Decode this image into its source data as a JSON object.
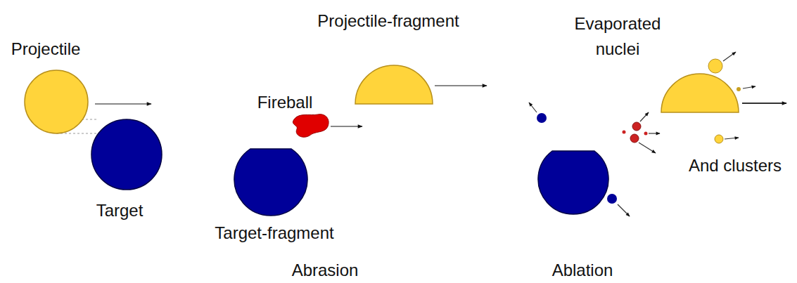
{
  "diagram": {
    "labels": [
      "Projectile",
      "Target",
      "Projectile-fragment",
      "Fireball",
      "Target-fragment",
      "Evaporated nuclei",
      "And clusters",
      "Abrasion",
      "Ablation"
    ]
  }
}
